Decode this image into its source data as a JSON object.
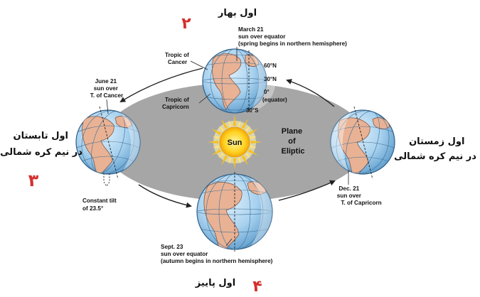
{
  "sun_label": "Sun",
  "plane_label": [
    "Plane",
    "of",
    "Eliptic"
  ],
  "top": {
    "fa_title": "اول بهار",
    "number": "۲",
    "caption": [
      "March 21",
      "sun over equator",
      "(spring begins in northern hemisphere)"
    ],
    "labels": {
      "tropic_cancer": [
        "Tropic of",
        "Cancer"
      ],
      "tropic_capricorn": [
        "Tropic of",
        "Capricorn"
      ],
      "lat_60n": "60°N",
      "lat_30n": "30°N",
      "lat_0": [
        "0°",
        "(equator)"
      ],
      "lat_30s": "30°S"
    }
  },
  "left": {
    "fa_title": [
      "اول تابستان",
      "در نیم کره شمالی"
    ],
    "number": "۳",
    "caption": [
      "June 21",
      "sun over",
      "T. of Cancer"
    ],
    "tilt": [
      "Constant tilt",
      "of 23.5°"
    ]
  },
  "right": {
    "fa_title": [
      "اول زمستان",
      "در نیم کره شمالی"
    ],
    "caption": [
      "Dec. 21",
      "sun over",
      "T. of Capricorn"
    ]
  },
  "bottom": {
    "fa_title": "اول پاییز",
    "number": "۴",
    "caption": [
      "Sept. 23",
      "sun over equator",
      "(autumn begins in northern hemisphere)"
    ]
  }
}
